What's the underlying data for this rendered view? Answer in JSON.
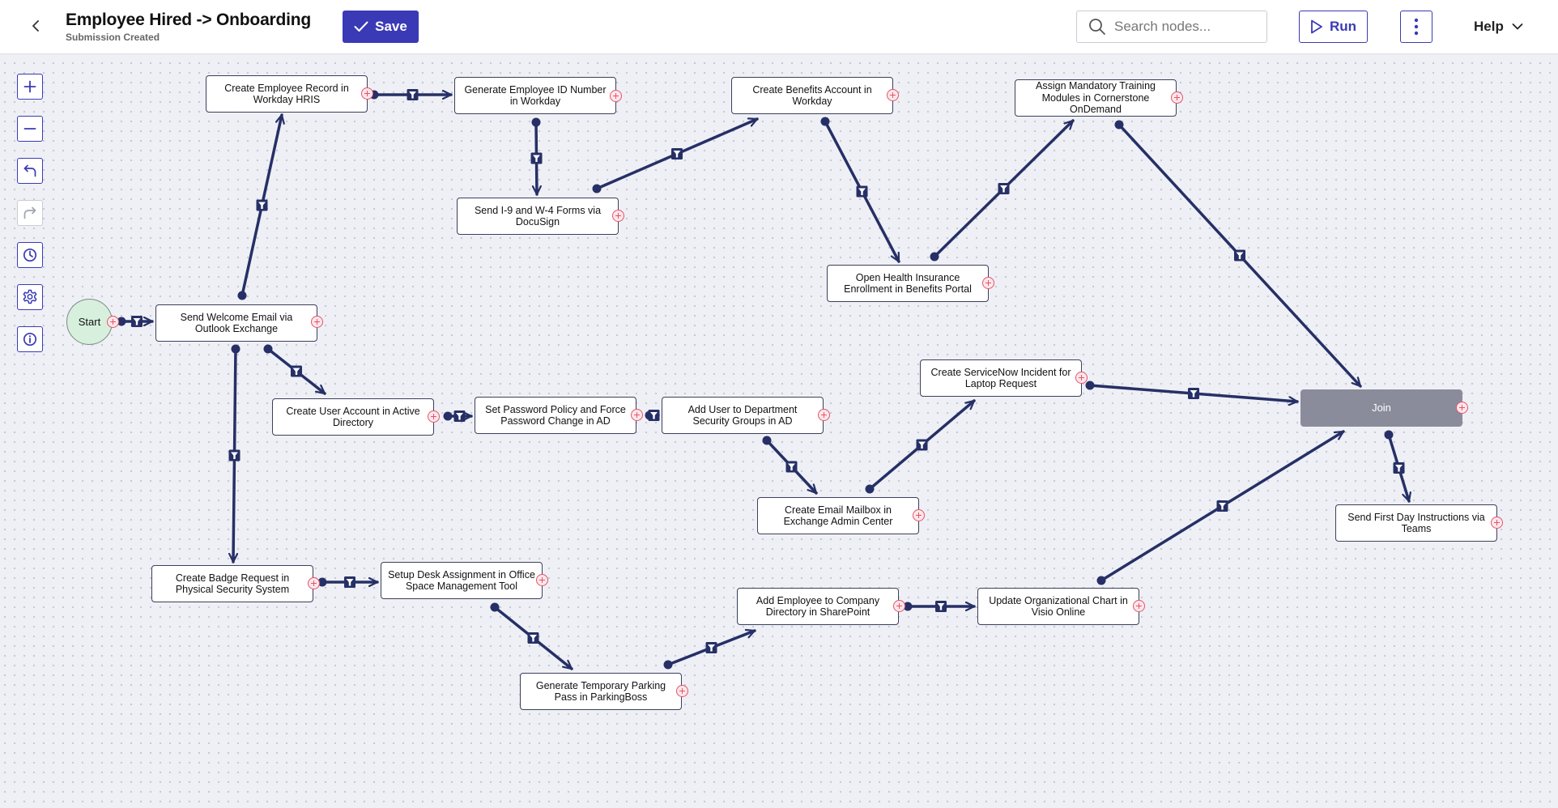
{
  "header": {
    "title": "Employee Hired -> Onboarding",
    "subtitle": "Submission Created",
    "save_label": "Save",
    "search_placeholder": "Search nodes...",
    "run_label": "Run",
    "help_label": "Help"
  },
  "toolbar": [
    "zoom-in-icon",
    "zoom-out-icon",
    "undo-icon",
    "redo-icon",
    "history-icon",
    "settings-icon",
    "info-icon"
  ],
  "colors": {
    "accent": "#3a3ab6",
    "edge": "#263066",
    "join_node": "#8a8c9c",
    "start_node": "#d6f0dd",
    "add_button": "#e0556a"
  },
  "nodes": {
    "start": "Start",
    "welcome_email": "Send Welcome Email via Outlook Exchange",
    "employee_record": "Create Employee Record in Workday HRIS",
    "employee_id": "Generate Employee ID Number in Workday",
    "i9_w4": "Send I-9 and W-4 Forms via DocuSign",
    "benefits_account": "Create Benefits Account in Workday",
    "health_insurance": "Open Health Insurance Enrollment in Benefits Portal",
    "training_modules": "Assign Mandatory Training Modules in Cornerstone OnDemand",
    "ad_account": "Create User Account in Active Directory",
    "password_policy": "Set Password Policy and Force Password Change in AD",
    "security_groups": "Add User to Department Security Groups in AD",
    "email_mailbox": "Create Email Mailbox in Exchange Admin Center",
    "servicenow_incident": "Create ServiceNow Incident for Laptop Request",
    "join": "Join",
    "first_day": "Send First Day Instructions via Teams",
    "badge_request": "Create Badge Request in Physical Security System",
    "desk_assignment": "Setup Desk Assignment in Office Space Management Tool",
    "parking_pass": "Generate Temporary Parking Pass in ParkingBoss",
    "company_directory": "Add Employee to Company Directory in SharePoint",
    "org_chart": "Update Organizational Chart in Visio Online"
  }
}
